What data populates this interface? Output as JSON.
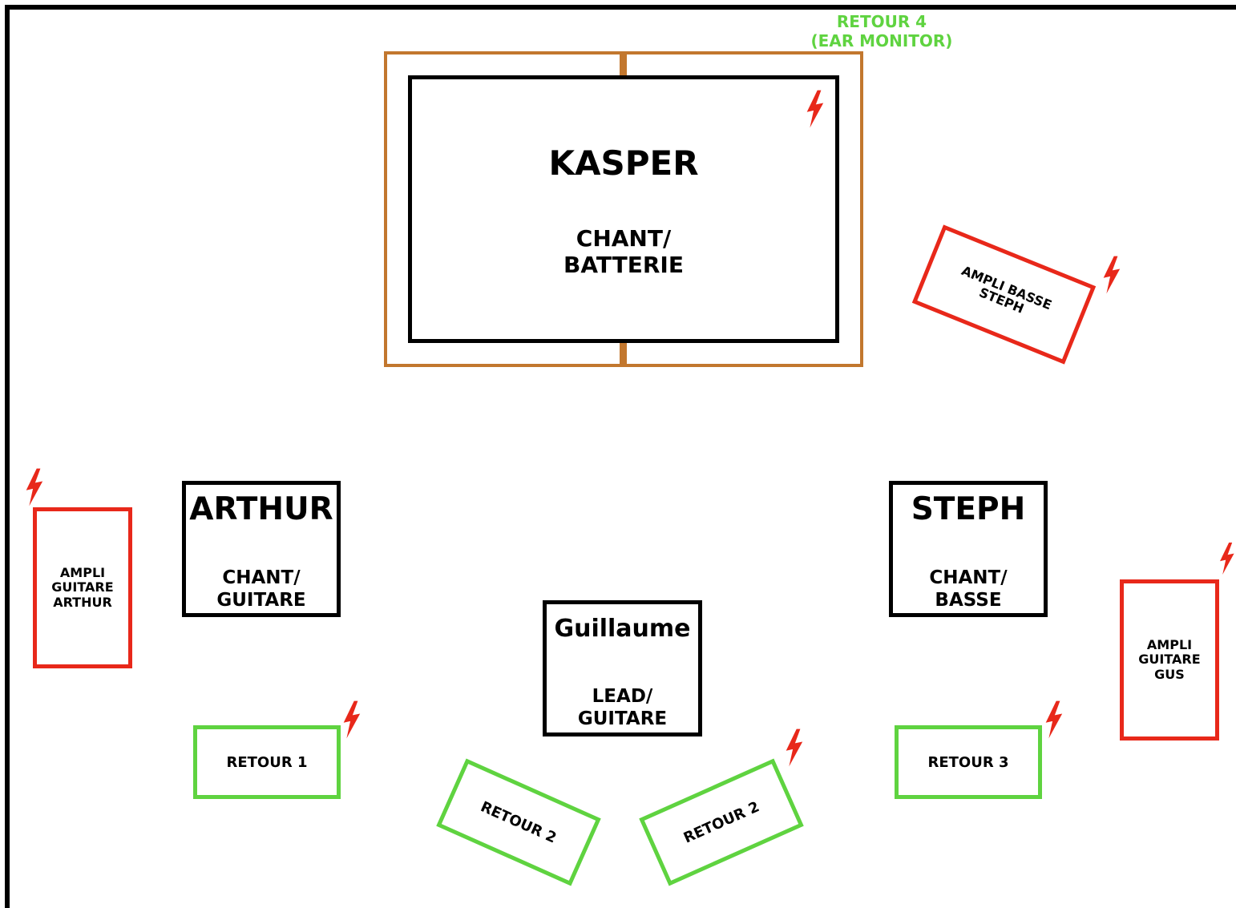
{
  "colors": {
    "musician_border": "#000000",
    "amp_border": "#e8281a",
    "retour_border": "#5fd340",
    "riser_border": "#c2772e",
    "power_icon": "#e8281a"
  },
  "icons": {
    "power": "lightning-bolt-icon"
  },
  "riser": {
    "musician": {
      "name": "KASPER",
      "role_line1": "CHANT/",
      "role_line2": "BATTERIE"
    }
  },
  "retour4": {
    "line1": "RETOUR 4",
    "line2": "(EAR MONITOR)"
  },
  "musicians": {
    "arthur": {
      "name": "ARTHUR",
      "role_line1": "CHANT/",
      "role_line2": "GUITARE"
    },
    "steph": {
      "name": "STEPH",
      "role_line1": "CHANT/",
      "role_line2": "BASSE"
    },
    "guillaume": {
      "name": "Guillaume",
      "role_line1": "LEAD/",
      "role_line2": "GUITARE"
    }
  },
  "amps": {
    "basse_steph": {
      "line1": "AMPLI BASSE",
      "line2": "STEPH"
    },
    "guitare_arthur": {
      "line1": "AMPLI",
      "line2": "GUITARE",
      "line3": "ARTHUR"
    },
    "guitare_gus": {
      "line1": "AMPLI",
      "line2": "GUITARE",
      "line3": "GUS"
    }
  },
  "retours": {
    "retour1": "RETOUR 1",
    "retour2_left": "RETOUR 2",
    "retour2_right": "RETOUR 2",
    "retour3": "RETOUR 3"
  }
}
